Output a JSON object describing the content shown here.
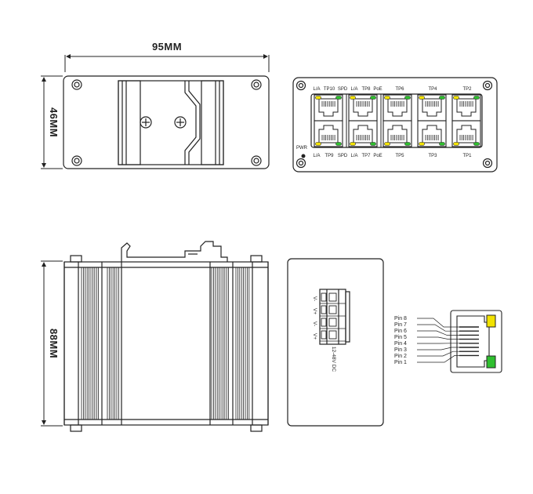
{
  "dimensions": {
    "width": "95MM",
    "height": "46MM",
    "depth": "88MM"
  },
  "front_panel": {
    "top_labels": [
      "L/A",
      "TP10",
      "SPD",
      "L/A",
      "TP8",
      "PoE",
      "TP6",
      "TP4",
      "TP2"
    ],
    "bottom_labels": [
      "L/A",
      "TP9",
      "SPD",
      "L/A",
      "TP7",
      "PoE",
      "TP5",
      "TP3",
      "TP1"
    ],
    "pwr_label": "PWR"
  },
  "terminal": {
    "labels": [
      "V-",
      "V+",
      "V-",
      "V+"
    ],
    "voltage": "12-48V DC"
  },
  "pinout": {
    "pins": [
      "Pin 8",
      "Pin 7",
      "Pin 6",
      "Pin 5",
      "Pin 4",
      "Pin 3",
      "Pin 2",
      "Pin 1"
    ]
  },
  "colors": {
    "line": "#222222",
    "led_yellow": "#f2e200",
    "led_green": "#2fbf2f"
  }
}
